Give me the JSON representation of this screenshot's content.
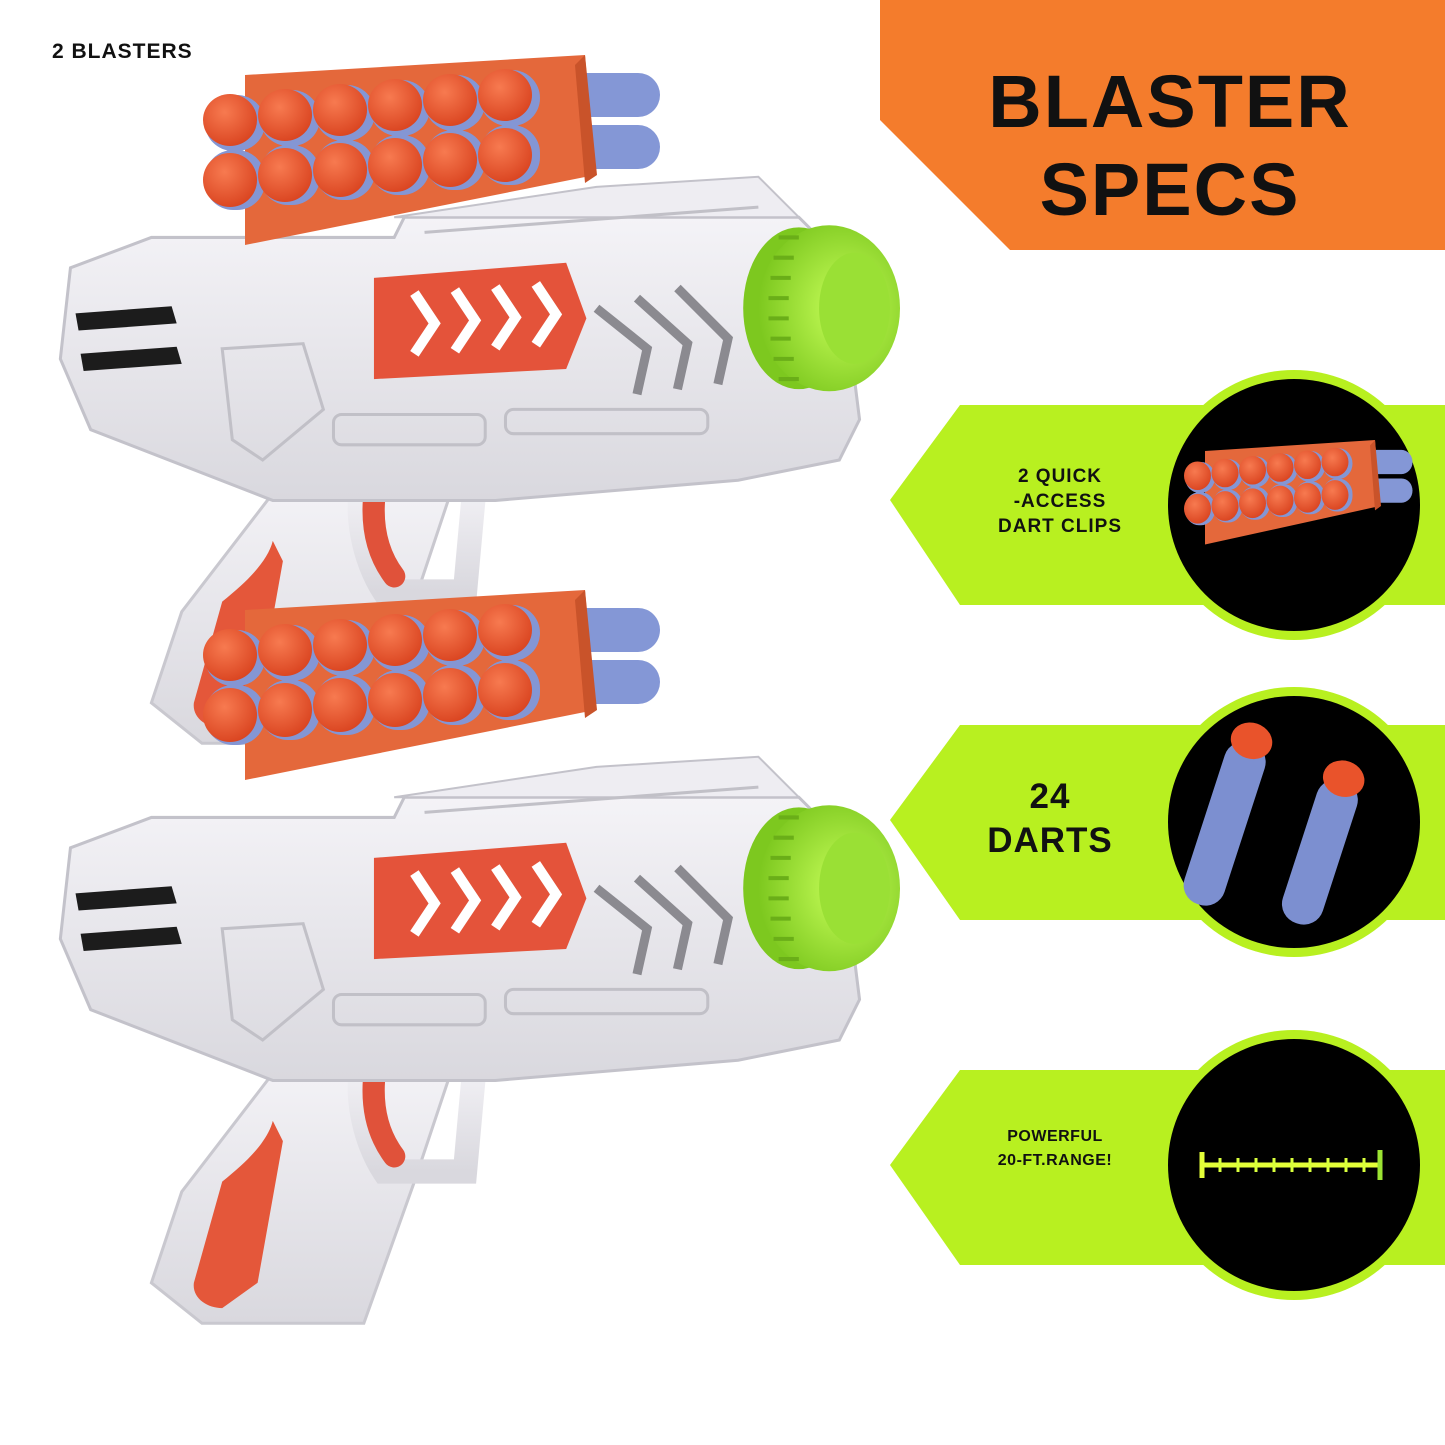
{
  "page": {
    "top_label": "2 BLASTERS",
    "banner": {
      "title_line1": "BLASTER",
      "title_line2": "SPECS",
      "color": "#F47C2C"
    },
    "specs": [
      {
        "lines": [
          "2 QUICK",
          "-ACCESS",
          "DART CLIPS"
        ],
        "icon": "dart-clip-icon"
      },
      {
        "lines": [
          "24",
          "DARTS"
        ],
        "icon": "foam-darts-icon"
      },
      {
        "lines": [
          "POWERFUL",
          "20-FT.RANGE!"
        ],
        "icon": "range-ruler-icon"
      }
    ],
    "colors": {
      "accent_green": "#B8F020",
      "blaster_body": "#E8E7EC",
      "dart_tip": "#E9532B",
      "dart_foam": "#7C8FD0",
      "barrel_green": "#9BE332",
      "circle_black": "#000000"
    }
  }
}
